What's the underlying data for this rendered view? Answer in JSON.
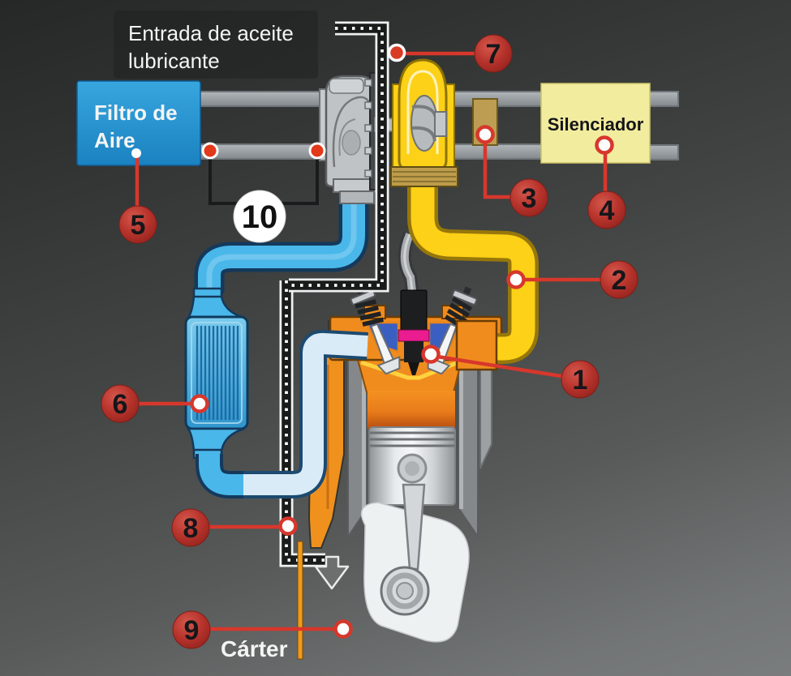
{
  "labels": {
    "oil_inlet": {
      "line1": "Entrada de aceite",
      "line2": "lubricante"
    },
    "air_filter": {
      "line1": "Filtro de",
      "line2": "Aire"
    },
    "muffler": "Silenciador",
    "crankcase": "Cárter"
  },
  "callouts": [
    {
      "number": "1"
    },
    {
      "number": "2"
    },
    {
      "number": "3"
    },
    {
      "number": "4"
    },
    {
      "number": "5"
    },
    {
      "number": "6"
    },
    {
      "number": "7"
    },
    {
      "number": "8"
    },
    {
      "number": "9"
    },
    {
      "number": "10"
    }
  ],
  "colors": {
    "background_top": "#2a2c2b",
    "background_bottom": "#7a7d7d",
    "callout_circle_red": "#b5312b",
    "callout_line_red": "#d7372c",
    "air_filter_blue": "#1f97d4",
    "muffler_yellow": "#f2ec9e",
    "cold_air_pipe_blue": "#49b7e9",
    "charge_air_pipe_light": "#d9ebf7",
    "exhaust_pipe_yellow": "#fcd117",
    "oil_drain_orange": "#f0911e",
    "engine_orange": "#f08c1e",
    "duct_gray": "#9aa0a3",
    "metal_gray": "#bfc3c6",
    "intercooler_blue": "#3f9fd6",
    "injector_band_magenta": "#ea1c8f",
    "oil_line_black": "#191b1a"
  }
}
